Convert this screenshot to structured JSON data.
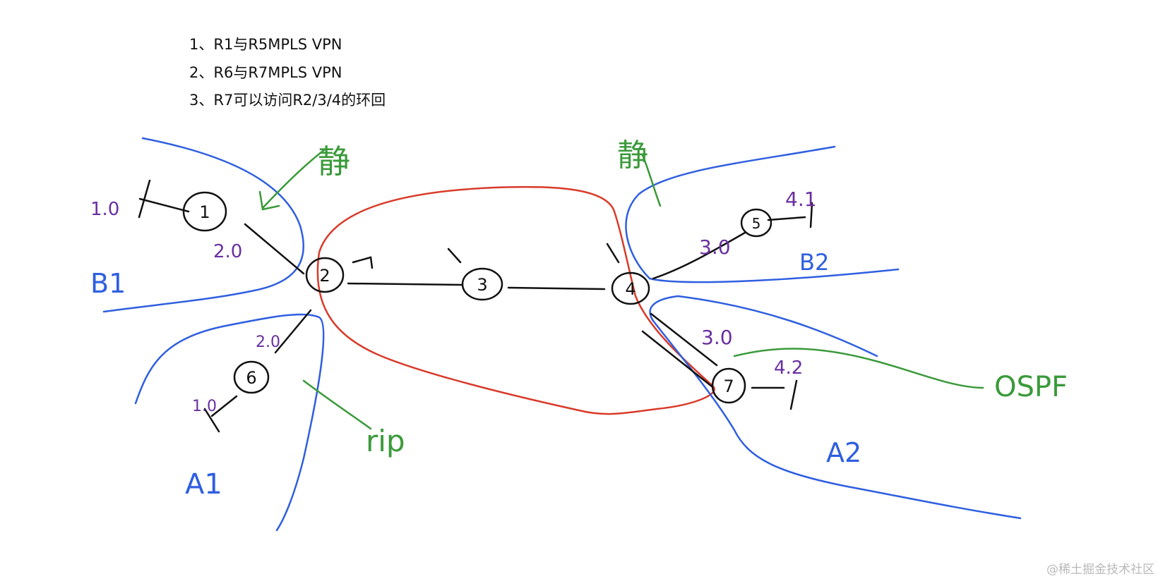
{
  "requirements": [
    "1、R1与R5MPLS VPN",
    "2、R6与R7MPLS VPN",
    "3、R7可以访问R2/3/4的环回"
  ],
  "routers": [
    {
      "id": "r1",
      "label": "1"
    },
    {
      "id": "r2",
      "label": "2"
    },
    {
      "id": "r3",
      "label": "3"
    },
    {
      "id": "r4",
      "label": "4"
    },
    {
      "id": "r5",
      "label": "5"
    },
    {
      "id": "r6",
      "label": "6"
    },
    {
      "id": "r7",
      "label": "7"
    }
  ],
  "networks": {
    "r1_loop": "1.0",
    "r1_r2": "2.0",
    "r2_r6": "2.0",
    "r6_loop": "1.0",
    "r5_r4": "3.0",
    "r5_loop": "4.1",
    "r7_r4": "3.0",
    "r7_loop": "4.2"
  },
  "zones": {
    "b1": "B1",
    "b2": "B2",
    "a1": "A1",
    "a2": "A2"
  },
  "annotations": {
    "static_left": "静",
    "static_right": "静",
    "rip": "rip",
    "ospf": "OSPF"
  },
  "colors": {
    "zone_boundary": "#2f5fe0",
    "protocol": "#3a9a3a",
    "mpls_domain": "#d83b2a",
    "labels": "#6a2fa0"
  },
  "watermark": "@稀土掘金技术社区"
}
